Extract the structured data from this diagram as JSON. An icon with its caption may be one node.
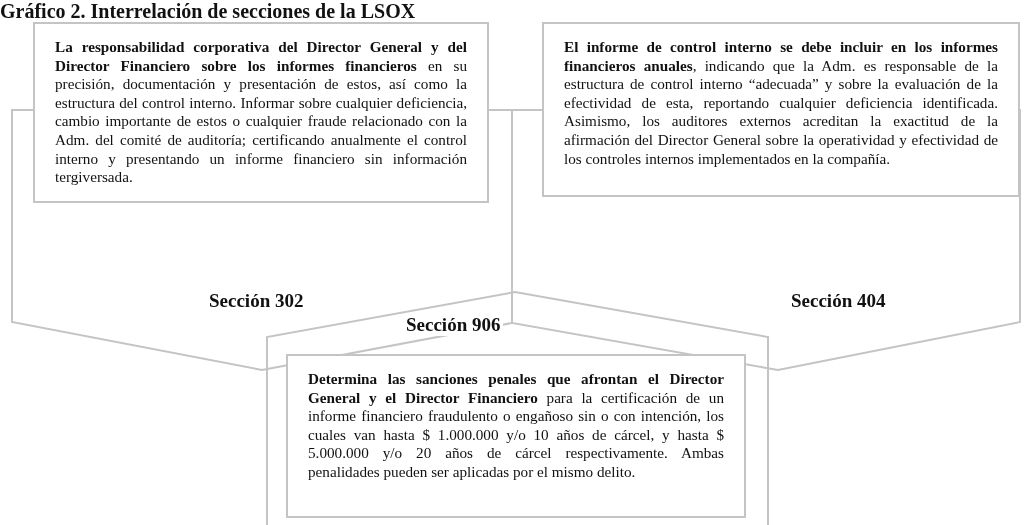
{
  "diagram": {
    "title": "Gráfico 2. Interrelación de secciones de la LSOX",
    "nodes": [
      {
        "text": [
          "Sección 302"
        ]
      },
      {
        "text": [
          "**La responsabilidad corporativa del Director General y del Director Financiero sobre los informes financieros** en su precisión, documentación y presentación de estos, así como la estructura del control interno. Informar sobre cualquier deficiencia, cambio importante de estos o cualquier fraude relacionado con la Adm. del comité de auditoría; certificando anualmente el control interno y presentando un informe financiero sin información tergiversada."
        ]
      },
      {
        "text": [
          "Sección 404"
        ]
      },
      {
        "text": [
          "**El informe de control interno se debe incluir en los informes financieros anuales**, indicando que la Adm. es responsable de la estructura de control interno “adecuada” y sobre la evaluación de la efectividad de esta, reportando cualquier deficiencia identificada. Asimismo, los auditores externos acreditan la exactitud de la afirmación del Director General sobre la operatividad y efectividad de los controles internos implementados en la compañía."
        ]
      },
      {
        "text": [
          "Sección 906"
        ]
      },
      {
        "text": [
          "**Determina las sanciones penales que afrontan el Director General y el Director Financiero** para la certificación de un informe financiero fraudulento o engañoso sin o con intención, los cuales van hasta $ 1.000.000 y/o 10 años de cárcel, y hasta $ 5.000.000 y/o 20 años de cárcel respectivamente. Ambas penalidades pueden ser aplicadas por el mismo delito."
        ],
        "in": 4
      }
    ],
    "edges": []
  }
}
